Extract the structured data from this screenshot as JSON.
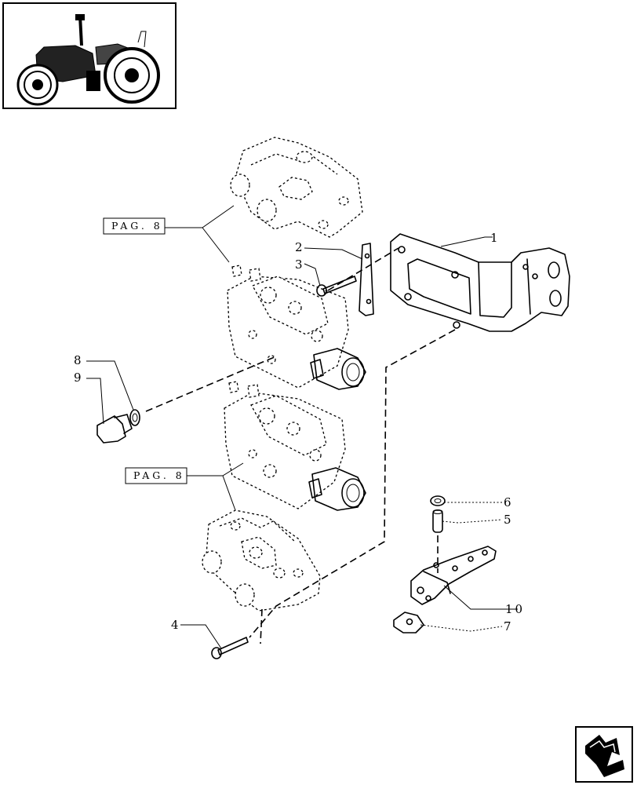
{
  "references": [
    {
      "id": "pag-ref-top",
      "label": "PAG. 8"
    },
    {
      "id": "pag-ref-bottom",
      "label": "PAG. 8"
    }
  ],
  "callouts": [
    "1",
    "2",
    "3",
    "4",
    "5",
    "6",
    "7",
    "8",
    "9",
    "10"
  ],
  "icons": {
    "thumbnail": "tractor-icon",
    "navigation": "next-page-arrow-icon"
  }
}
